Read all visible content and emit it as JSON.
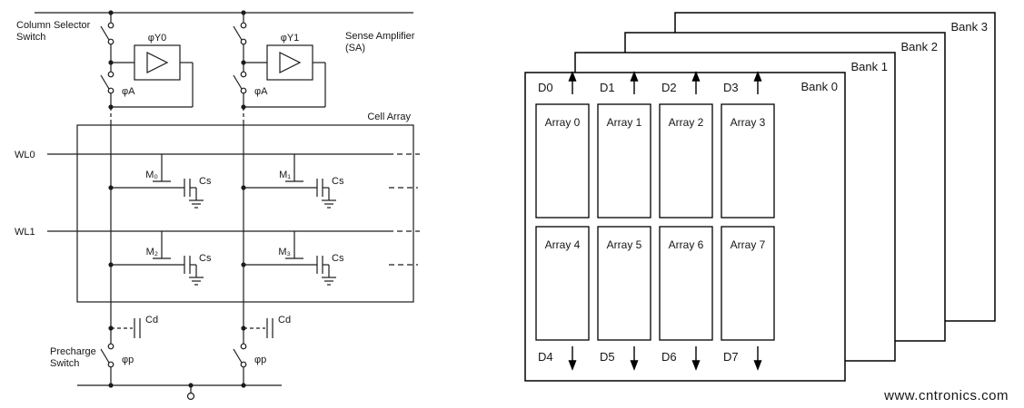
{
  "schematic": {
    "column_selector_label_1": "Column Selector",
    "column_selector_label_2": "Switch",
    "phi_y0": "φY0",
    "phi_y1": "φY1",
    "sense_amp_label_1": "Sense Amplifier",
    "sense_amp_label_2": "(SA)",
    "phi_a": "φA",
    "cell_array_label": "Cell Array",
    "wordlines": [
      "WL0",
      "WL1"
    ],
    "transistors": [
      "M₀",
      "M₁",
      "M₂",
      "M₃"
    ],
    "cs_label": "Cs",
    "cd_label": "Cd",
    "precharge_label_1": "Precharge",
    "precharge_label_2": "Switch",
    "phi_p": "φp"
  },
  "bank_diagram": {
    "banks": [
      "Bank 0",
      "Bank 1",
      "Bank 2",
      "Bank 3"
    ],
    "data_lines_top": [
      "D0",
      "D1",
      "D2",
      "D3"
    ],
    "data_lines_bottom": [
      "D4",
      "D5",
      "D6",
      "D7"
    ],
    "arrays_top": [
      "Array 0",
      "Array 1",
      "Array 2",
      "Array 3"
    ],
    "arrays_bottom": [
      "Array 4",
      "Array 5",
      "Array 6",
      "Array 7"
    ]
  },
  "watermark": {
    "text": "www.cntronics.com",
    "color": "#a9d18e"
  }
}
